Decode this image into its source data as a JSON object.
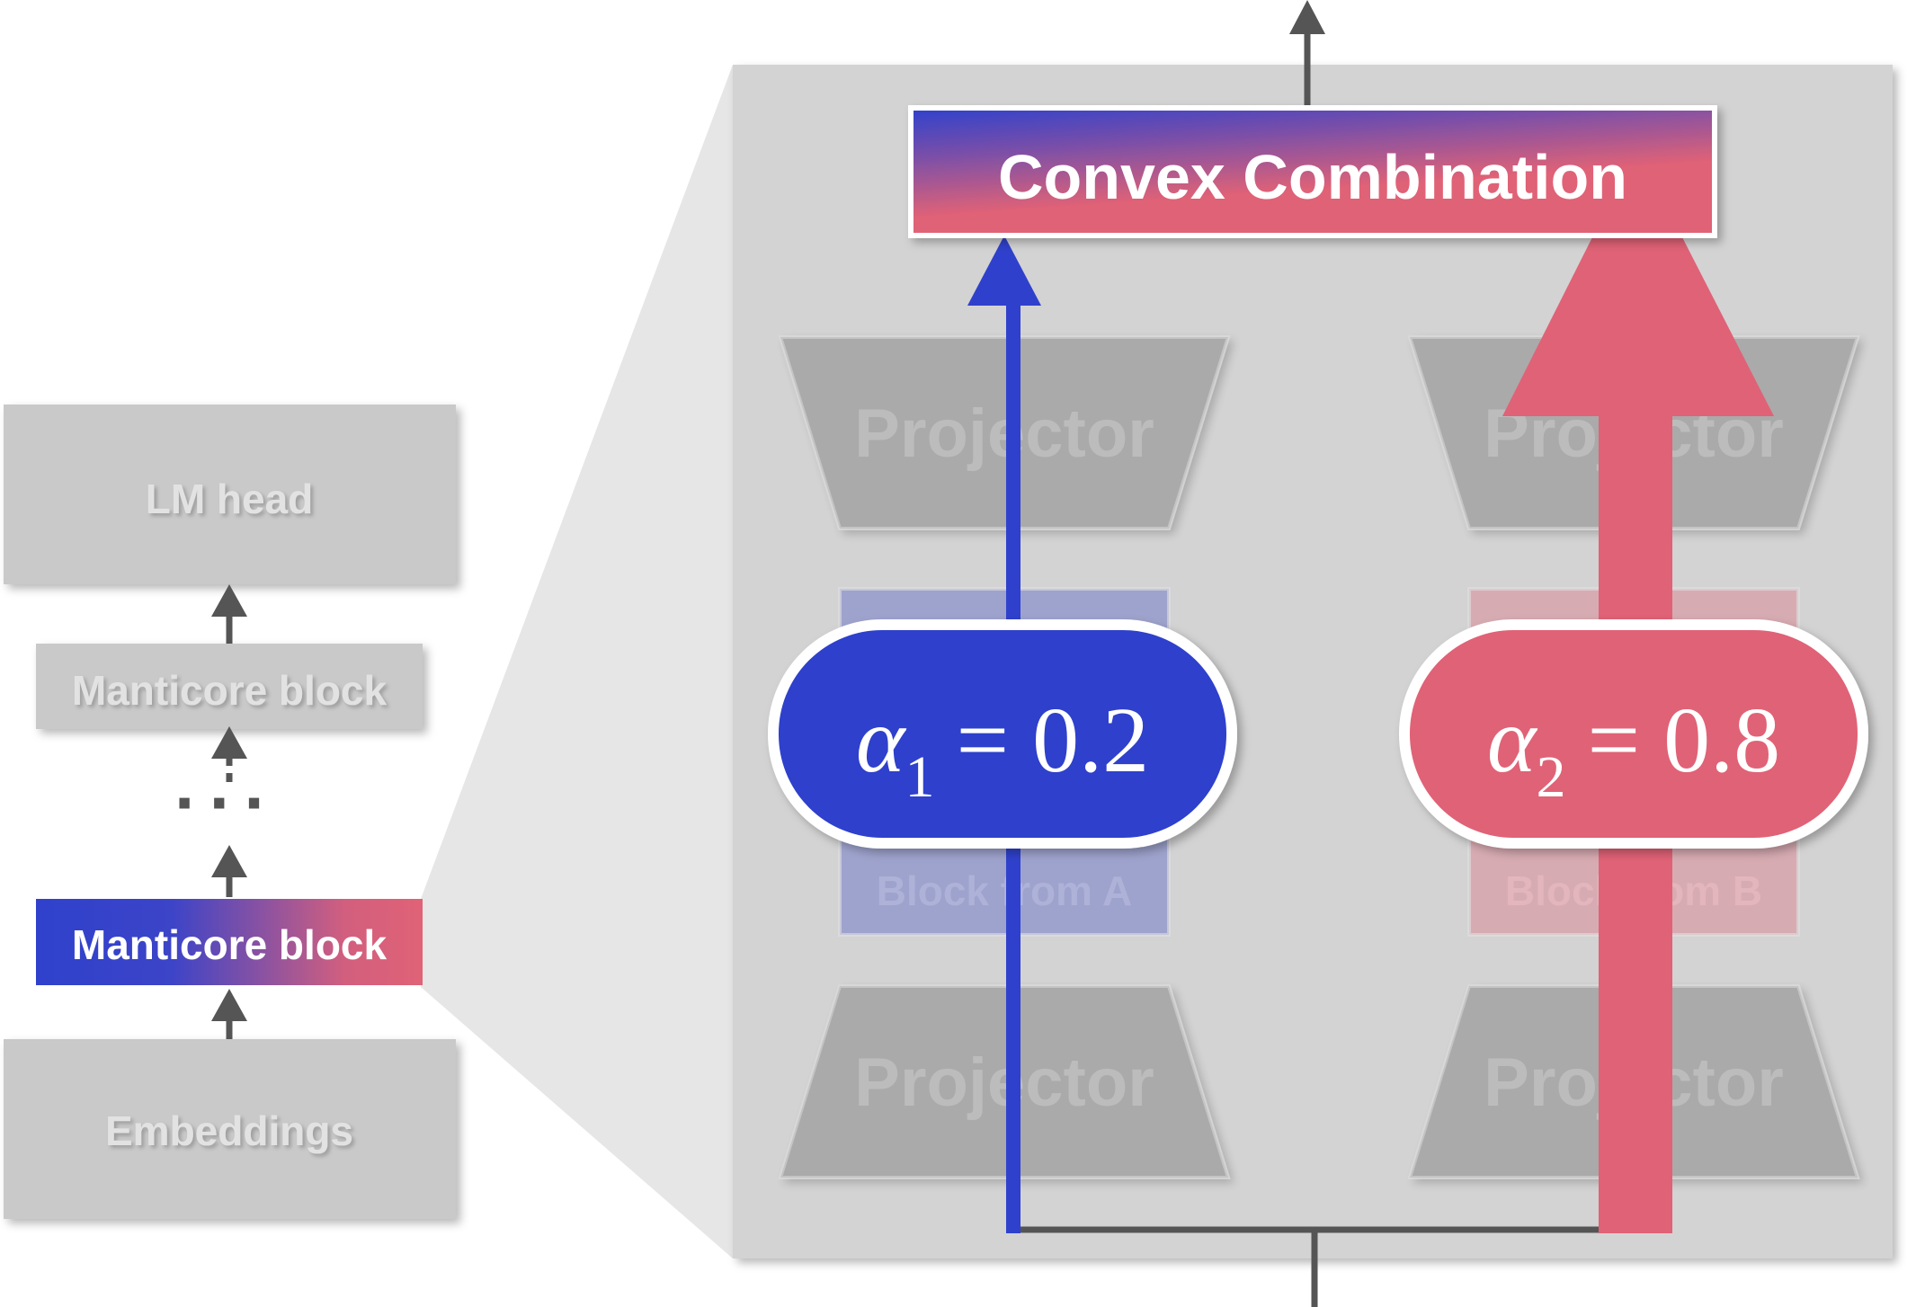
{
  "stack": {
    "lm_head": "LM head",
    "block_top": "Manticore block",
    "ellipsis": "···",
    "block_active": "Manticore block",
    "embeddings": "Embeddings"
  },
  "detail": {
    "combine": "Convex Combination",
    "projector_label": "Projector",
    "block_a": "Block from A",
    "block_b": "Block from B",
    "weight_a": {
      "symbol": "α",
      "sub": "1",
      "value": "= 0.2"
    },
    "weight_b": {
      "symbol": "α",
      "sub": "2",
      "value": "= 0.8"
    }
  },
  "colors": {
    "blue": "#2f41cc",
    "pink": "#e06276",
    "panel": "#d3d3d3",
    "faded_box": "#c9c9c9",
    "projector": "#999999",
    "arrow_gray": "#555555"
  }
}
